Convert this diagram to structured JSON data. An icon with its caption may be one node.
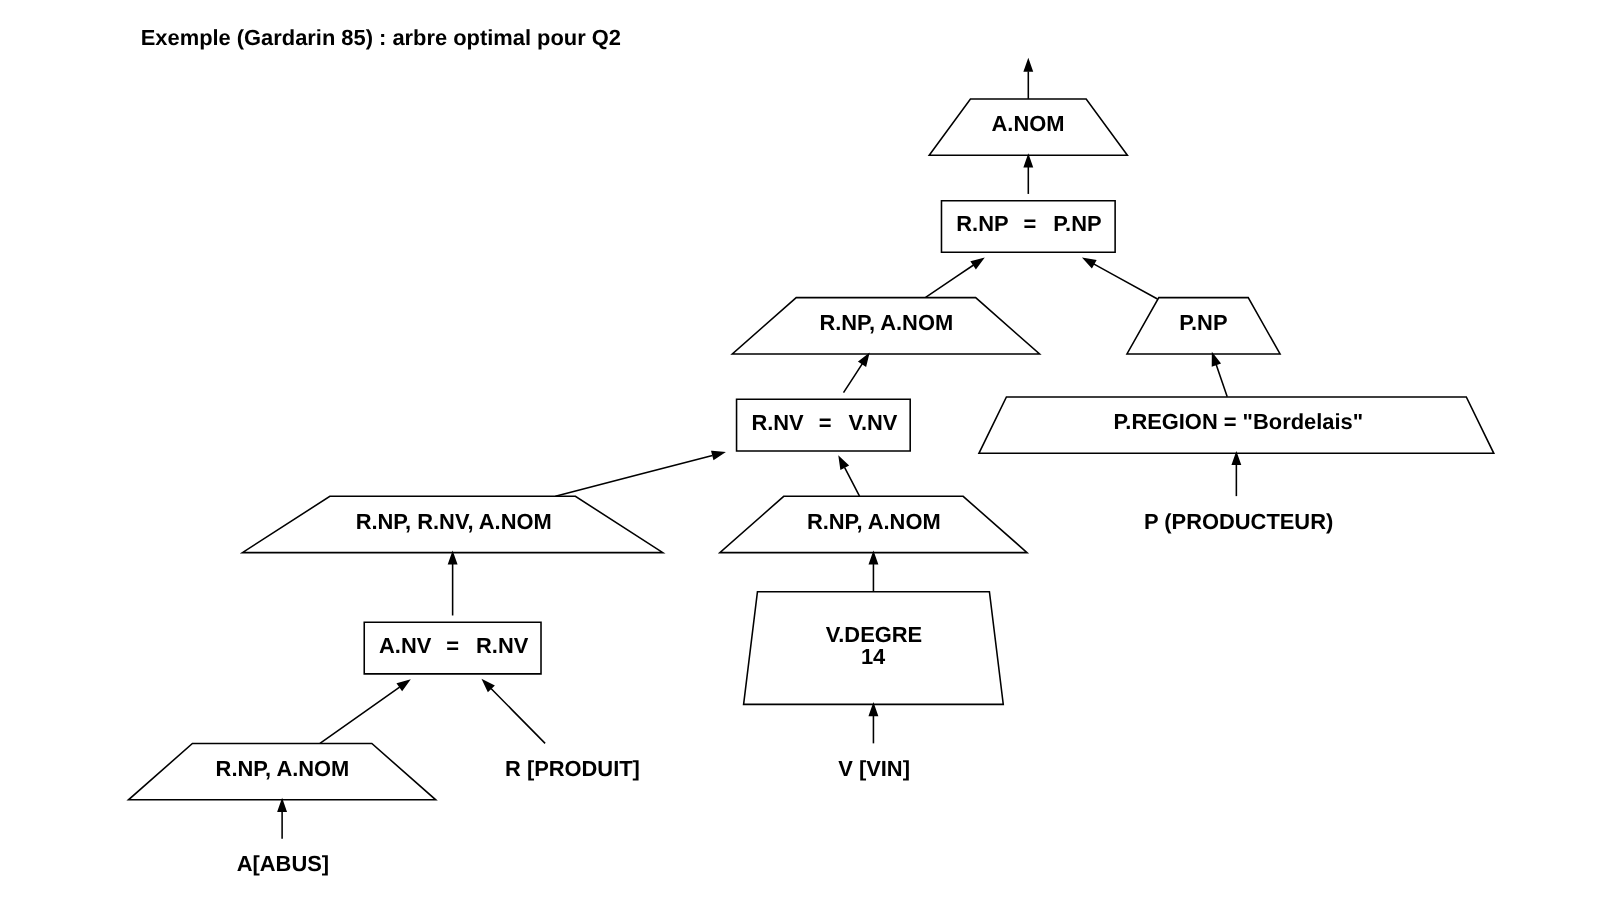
{
  "diagram": {
    "title": "Exemple (Gardarin 85) : arbre optimal pour Q2",
    "nodes": [
      {
        "text": [
          "A.NOM"
        ]
      },
      {
        "text": [
          "R.NP",
          "=",
          "P.NP"
        ]
      },
      {
        "text": [
          "R.NP, R.NV, A.NOM"
        ]
      },
      {
        "text": [
          "R.NP, A.NOM"
        ]
      },
      {
        "text": [
          "P.NP"
        ]
      },
      {
        "text": [
          "A.NV",
          "=",
          "R.NV"
        ]
      },
      {
        "text": [
          "R.NV",
          "=",
          "V.NV"
        ]
      },
      {
        "text": [
          "P.REGION = \"Bordelais\""
        ]
      },
      {
        "text": [
          "R.NP, A.NOM"
        ]
      },
      {
        "text": [
          "R [PRODUIT]"
        ]
      },
      {
        "text": [
          "R.NP, A.NOM"
        ]
      },
      {
        "text": [
          "P (PRODUCTEUR)"
        ]
      },
      {
        "text": [
          "A[ABUS]"
        ]
      },
      {
        "text": [
          "V [VIN]"
        ]
      },
      {
        "text": [
          "V.DEGRE",
          "14"
        ]
      }
    ],
    "edges": [
      {
        "from": 0,
        "to": null,
        "arrow": "to"
      },
      {
        "from": 1,
        "to": 0,
        "arrow": "to"
      },
      {
        "from": 3,
        "to": 1,
        "arrow": "to"
      },
      {
        "from": 4,
        "to": 1,
        "arrow": "to"
      },
      {
        "from": 6,
        "to": 3,
        "arrow": "to"
      },
      {
        "from": 7,
        "to": 4,
        "arrow": "to"
      },
      {
        "from": 11,
        "to": 7,
        "arrow": "to"
      },
      {
        "from": 2,
        "to": 6,
        "arrow": "to"
      },
      {
        "from": 5,
        "to": 2,
        "arrow": "to"
      },
      {
        "from": 8,
        "to": 5,
        "arrow": "to"
      },
      {
        "from": 9,
        "to": 5,
        "arrow": "to"
      },
      {
        "from": 12,
        "to": 8,
        "arrow": "to"
      },
      {
        "from": 10,
        "to": 6,
        "arrow": "to"
      },
      {
        "from": 14,
        "to": 10,
        "arrow": "to"
      },
      {
        "from": 13,
        "to": 14,
        "arrow": "to"
      }
    ]
  }
}
